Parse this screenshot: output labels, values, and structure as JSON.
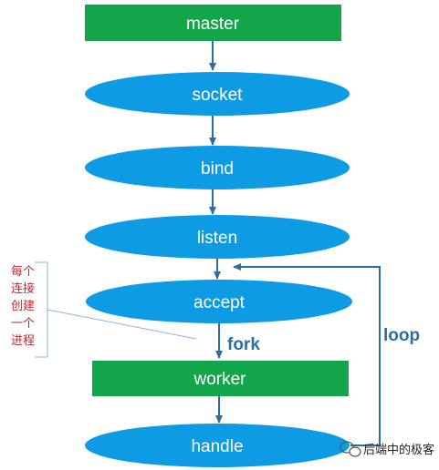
{
  "nodes": {
    "master": "master",
    "socket": "socket",
    "bind": "bind",
    "listen": "listen",
    "accept": "accept",
    "worker": "worker",
    "handle": "handle"
  },
  "labels": {
    "fork": "fork",
    "loop": "loop"
  },
  "note": {
    "lines": [
      "每个",
      "连接",
      "创建",
      "一个",
      "进程"
    ]
  },
  "watermark": {
    "text": "后端中的极客"
  },
  "colors": {
    "rect_fill": "#13a54a",
    "ellipse_fill": "#0d9ce4",
    "arrow": "#2e6da4",
    "note_text": "#c0282d"
  }
}
